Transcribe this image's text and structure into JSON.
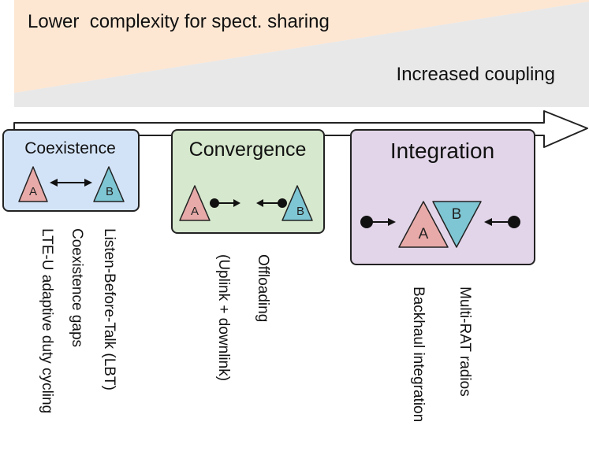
{
  "banner": {
    "top_text": "Lower  complexity for spect. sharing",
    "bottom_text": "Increased coupling",
    "color_top": "#fde6d2",
    "color_bottom": "#e8e8e8"
  },
  "arrow": {
    "color": "#ffffff",
    "stroke": "#222222"
  },
  "stages": [
    {
      "title": "Coexistence",
      "fill": "#d3e3f7",
      "node_a": "A",
      "node_b": "B",
      "labels": [
        "LTE-U adaptive duty cycling",
        "Coexistence gaps",
        "Listen-Before-Talk (LBT)"
      ]
    },
    {
      "title": "Convergence",
      "fill": "#d6e8cd",
      "node_a": "A",
      "node_b": "B",
      "labels": [
        "(Uplink + downlink)",
        "Offloading"
      ]
    },
    {
      "title": "Integration",
      "fill": "#e2d5e9",
      "node_a": "A",
      "node_b": "B",
      "labels": [
        "Backhaul integration",
        "Multi-RAT radios"
      ]
    }
  ],
  "colors": {
    "node_a": "#e8aaa8",
    "node_b": "#7ec6d3",
    "outline": "#222222"
  },
  "icons": [
    "double-arrow-icon",
    "dot-arrow-icon",
    "triangle-node-icon"
  ]
}
